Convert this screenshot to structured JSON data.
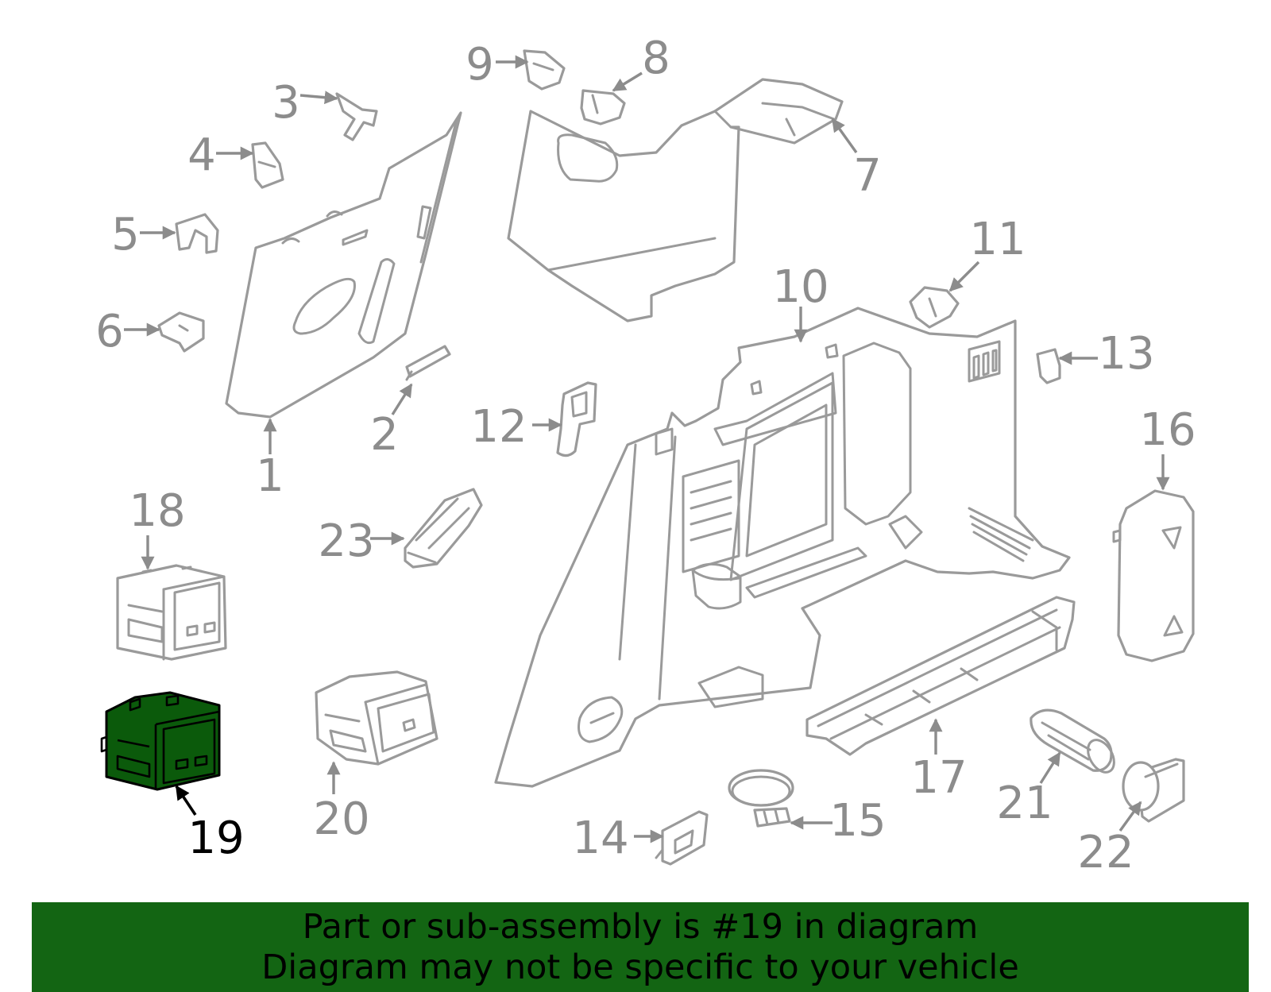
{
  "diagram": {
    "highlighted_part": "19",
    "callouts": [
      "1",
      "2",
      "3",
      "4",
      "5",
      "6",
      "7",
      "8",
      "9",
      "10",
      "11",
      "12",
      "13",
      "14",
      "15",
      "16",
      "17",
      "18",
      "19",
      "20",
      "21",
      "22",
      "23"
    ],
    "colors": {
      "highlight": "#0b5a0b",
      "banner": "#136513",
      "line": "#9a9a9a",
      "label": "#8c8c8c"
    }
  },
  "banner": {
    "line1": "Part or sub-assembly is #19 in diagram",
    "line2": "Diagram may not be specific to your vehicle"
  }
}
